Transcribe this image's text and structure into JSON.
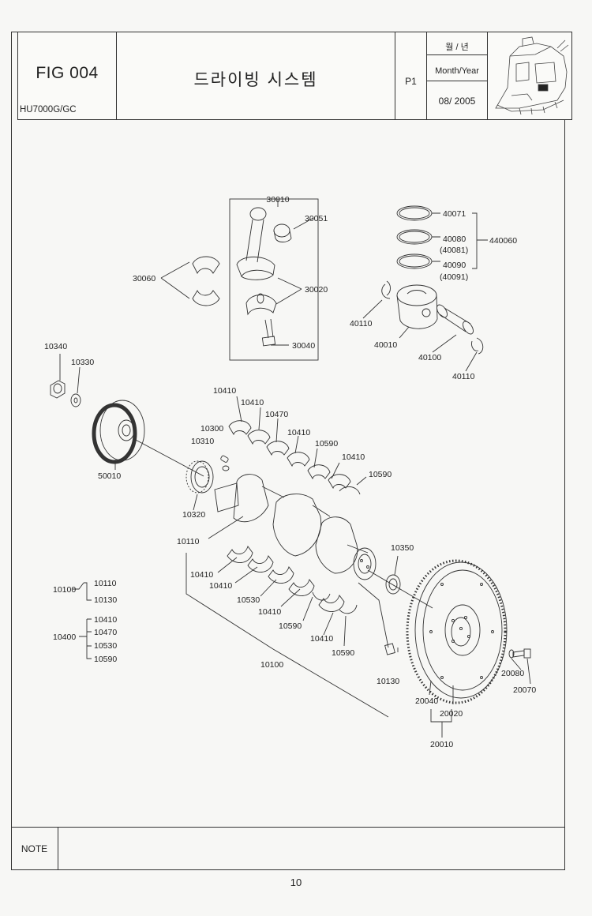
{
  "header": {
    "fig": "FIG 004",
    "model": "HU7000G/GC",
    "title": "드라이빙 시스템",
    "page": "P1",
    "date_label_ko": "월 / 년",
    "date_label_en": "Month/Year",
    "date_value": "08/ 2005"
  },
  "labels": {
    "p30010": "30010",
    "p30051": "30051",
    "p30060": "30060",
    "p30020": "30020",
    "p30040": "30040",
    "p40071": "40071",
    "p40080": "40080",
    "p40081": "(40081)",
    "p40090": "40090",
    "p40091": "(40091)",
    "p440060": "440060",
    "p40110a": "40110",
    "p40010": "40010",
    "p40100": "40100",
    "p40110b": "40110",
    "p10340": "10340",
    "p10330": "10330",
    "p50010": "50010",
    "p10410a": "10410",
    "p10410b": "10410",
    "p10470": "10470",
    "p10300": "10300",
    "p10410c": "10410",
    "p10310": "10310",
    "p10590a": "10590",
    "p10410d": "10410",
    "p10590b": "10590",
    "p10320": "10320",
    "p10110": "10110",
    "p10350": "10350",
    "p10410e": "10410",
    "p10410f": "10410",
    "p10530": "10530",
    "p10410g": "10410",
    "p10590c": "10590",
    "p10410h": "10410",
    "p10590d": "10590",
    "p10100": "10100",
    "p10130": "10130",
    "p20080": "20080",
    "p20070": "20070",
    "p20040": "20040",
    "p20020": "20020",
    "p20010": "20010"
  },
  "legend": {
    "g1_parent": "10100",
    "g1_children": [
      "10110",
      "10130"
    ],
    "g2_parent": "10400",
    "g2_children": [
      "10410",
      "10470",
      "10530",
      "10590"
    ]
  },
  "footer": {
    "note": "NOTE",
    "page_number": "10"
  }
}
